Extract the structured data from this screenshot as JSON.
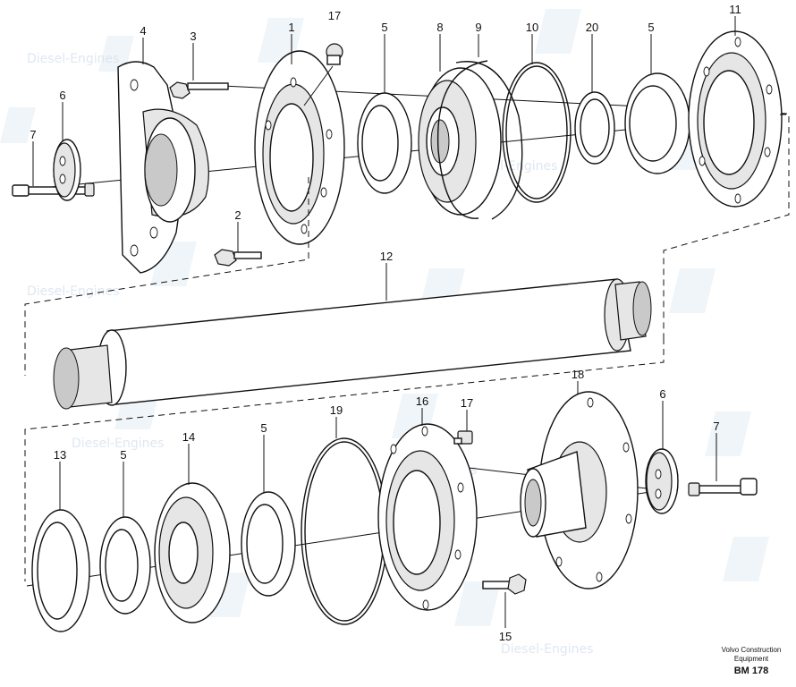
{
  "diagram": {
    "callouts": {
      "n1": "1",
      "n2": "2",
      "n3": "3",
      "n4": "4",
      "n5a": "5",
      "n5b": "5",
      "n5c": "5",
      "n5d": "5",
      "n6a": "6",
      "n6b": "6",
      "n7a": "7",
      "n7b": "7",
      "n8": "8",
      "n9": "9",
      "n10": "10",
      "n11": "11",
      "n12": "12",
      "n13": "13",
      "n14": "14",
      "n15": "15",
      "n16": "16",
      "n17a": "17",
      "n17b": "17",
      "n18": "18",
      "n19": "19",
      "n20": "20"
    },
    "watermark_text": "Diesel-Engines",
    "caption": {
      "brand": "Volvo Construction Equipment",
      "code": "BM 178"
    }
  }
}
